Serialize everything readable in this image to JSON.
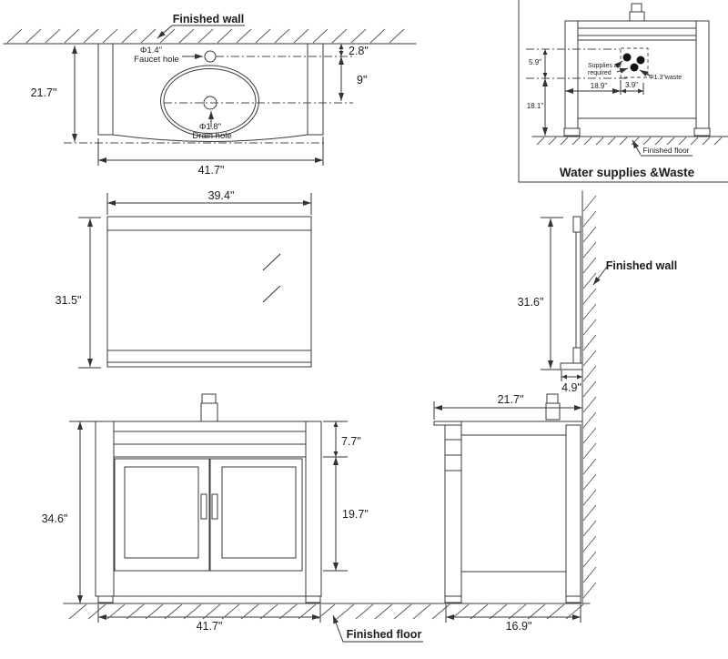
{
  "colors": {
    "line": "#3a3a3a",
    "dim": "#333333",
    "text": "#1c1c1c",
    "bg": "#ffffff"
  },
  "labels": {
    "finished_wall_top": "Finished wall",
    "finished_wall_side": "Finished wall",
    "finished_floor_main": "Finished floor",
    "finished_floor_inset": "Finished floor",
    "inset_title": "Water supplies &Waste",
    "supplies_line1": "Supplies as",
    "supplies_line2": "required",
    "waste_label": "Φ1.3\"waste",
    "faucet_dia": "Φ1.4\"",
    "faucet_hole": "Faucet hole",
    "drain_dia": "Φ1.8\"",
    "drain_hole": "Drain hole"
  },
  "dims": {
    "counter_depth": "21.7\"",
    "faucet_from_wall": "2.8\"",
    "faucet_to_drain": "9\"",
    "counter_width": "41.7\"",
    "mirror_width": "39.4\"",
    "mirror_height": "31.5\"",
    "mirror_side_height": "31.6\"",
    "mirror_depth": "4.9\"",
    "vanity_height": "34.6\"",
    "apron_height": "7.7\"",
    "door_height": "19.7\"",
    "vanity_width": "41.7\"",
    "side_top_depth": "21.7\"",
    "side_bottom_depth": "16.9\"",
    "supply_height": "5.9\"",
    "waste_height": "18.1\"",
    "supply_from_left": "18.9\"",
    "waste_offset": "3.9\""
  }
}
